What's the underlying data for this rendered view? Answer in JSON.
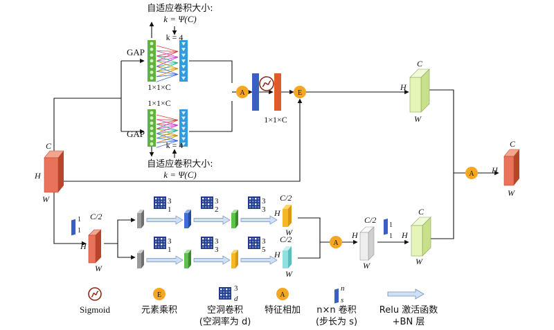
{
  "diagram": {
    "top_branch": {
      "adaptive_label": "自适应卷积大小:",
      "k_formula": "k = Ψ(C)",
      "k_value": "k = 4",
      "gap_label": "GAP",
      "size_label": "1×1×C"
    },
    "bottom_branch": {
      "adaptive_label": "自适应卷积大小:",
      "k_formula": "k = Ψ(C)",
      "k_value": "k = 4",
      "gap_label": "GAP",
      "size_label": "1×1×C"
    },
    "fusion_size_label": "1×1×C",
    "input_cube": {
      "c": "C",
      "h": "H",
      "w": "W"
    },
    "output_top_cube": {
      "c": "C",
      "h": "H",
      "w": "W"
    },
    "final_cube": {
      "c": "C",
      "h": "H",
      "w": "W"
    },
    "reduce_conv": {
      "n": "1",
      "s": "1"
    },
    "reduced_cube": {
      "c": "C/2",
      "h": "H",
      "w": "W"
    },
    "dilated_row1": [
      {
        "n": "3",
        "d": "1"
      },
      {
        "n": "3",
        "d": "2"
      },
      {
        "n": "3",
        "d": "3"
      }
    ],
    "dilated_row2": [
      {
        "n": "3",
        "d": "1"
      },
      {
        "n": "3",
        "d": "3"
      },
      {
        "n": "3",
        "d": "5"
      }
    ],
    "row1_out": {
      "c": "C/2",
      "h": "H",
      "w": "W"
    },
    "row2_out": {
      "c": "C/2",
      "h": "H",
      "w": "W"
    },
    "sum_cube": {
      "c": "C/2",
      "h": "H",
      "w": "W"
    },
    "expand_conv": {
      "n": "1",
      "s": "1"
    },
    "expand_cube": {
      "c": "C",
      "h": "H",
      "w": "W"
    },
    "symbols": {
      "add": "A",
      "multiply": "E",
      "sigmoid": "sigmoid-icon"
    }
  },
  "legend": {
    "sigmoid": "Sigmoid",
    "multiply_symbol": "E",
    "multiply": "元素乘积",
    "dilated_n": "3",
    "dilated_d": "d",
    "dilated_line1": "空洞卷积",
    "dilated_line2": "(空洞率为 d)",
    "add_symbol": "A",
    "add": "特征相加",
    "conv_n": "n",
    "conv_s": "s",
    "conv_line1": "n×n 卷积",
    "conv_line2": "(步长为 s)",
    "relu_line1": "Relu 激活函数",
    "relu_line2": "+BN 层"
  },
  "colors": {
    "gap_green": "#5fb23a",
    "conv_blue": "#2f9be0",
    "sigmoid_bar": "#3a5fc4",
    "orange_bar": "#e05a2a",
    "orange_node": "#f5a623",
    "input_cube": "#e8735a",
    "output_cube": "#e5f5b8",
    "white_cube": "#eeeeee",
    "arrow_fill": "#cfe0f5",
    "arrow_stroke": "#6f8fc0"
  }
}
